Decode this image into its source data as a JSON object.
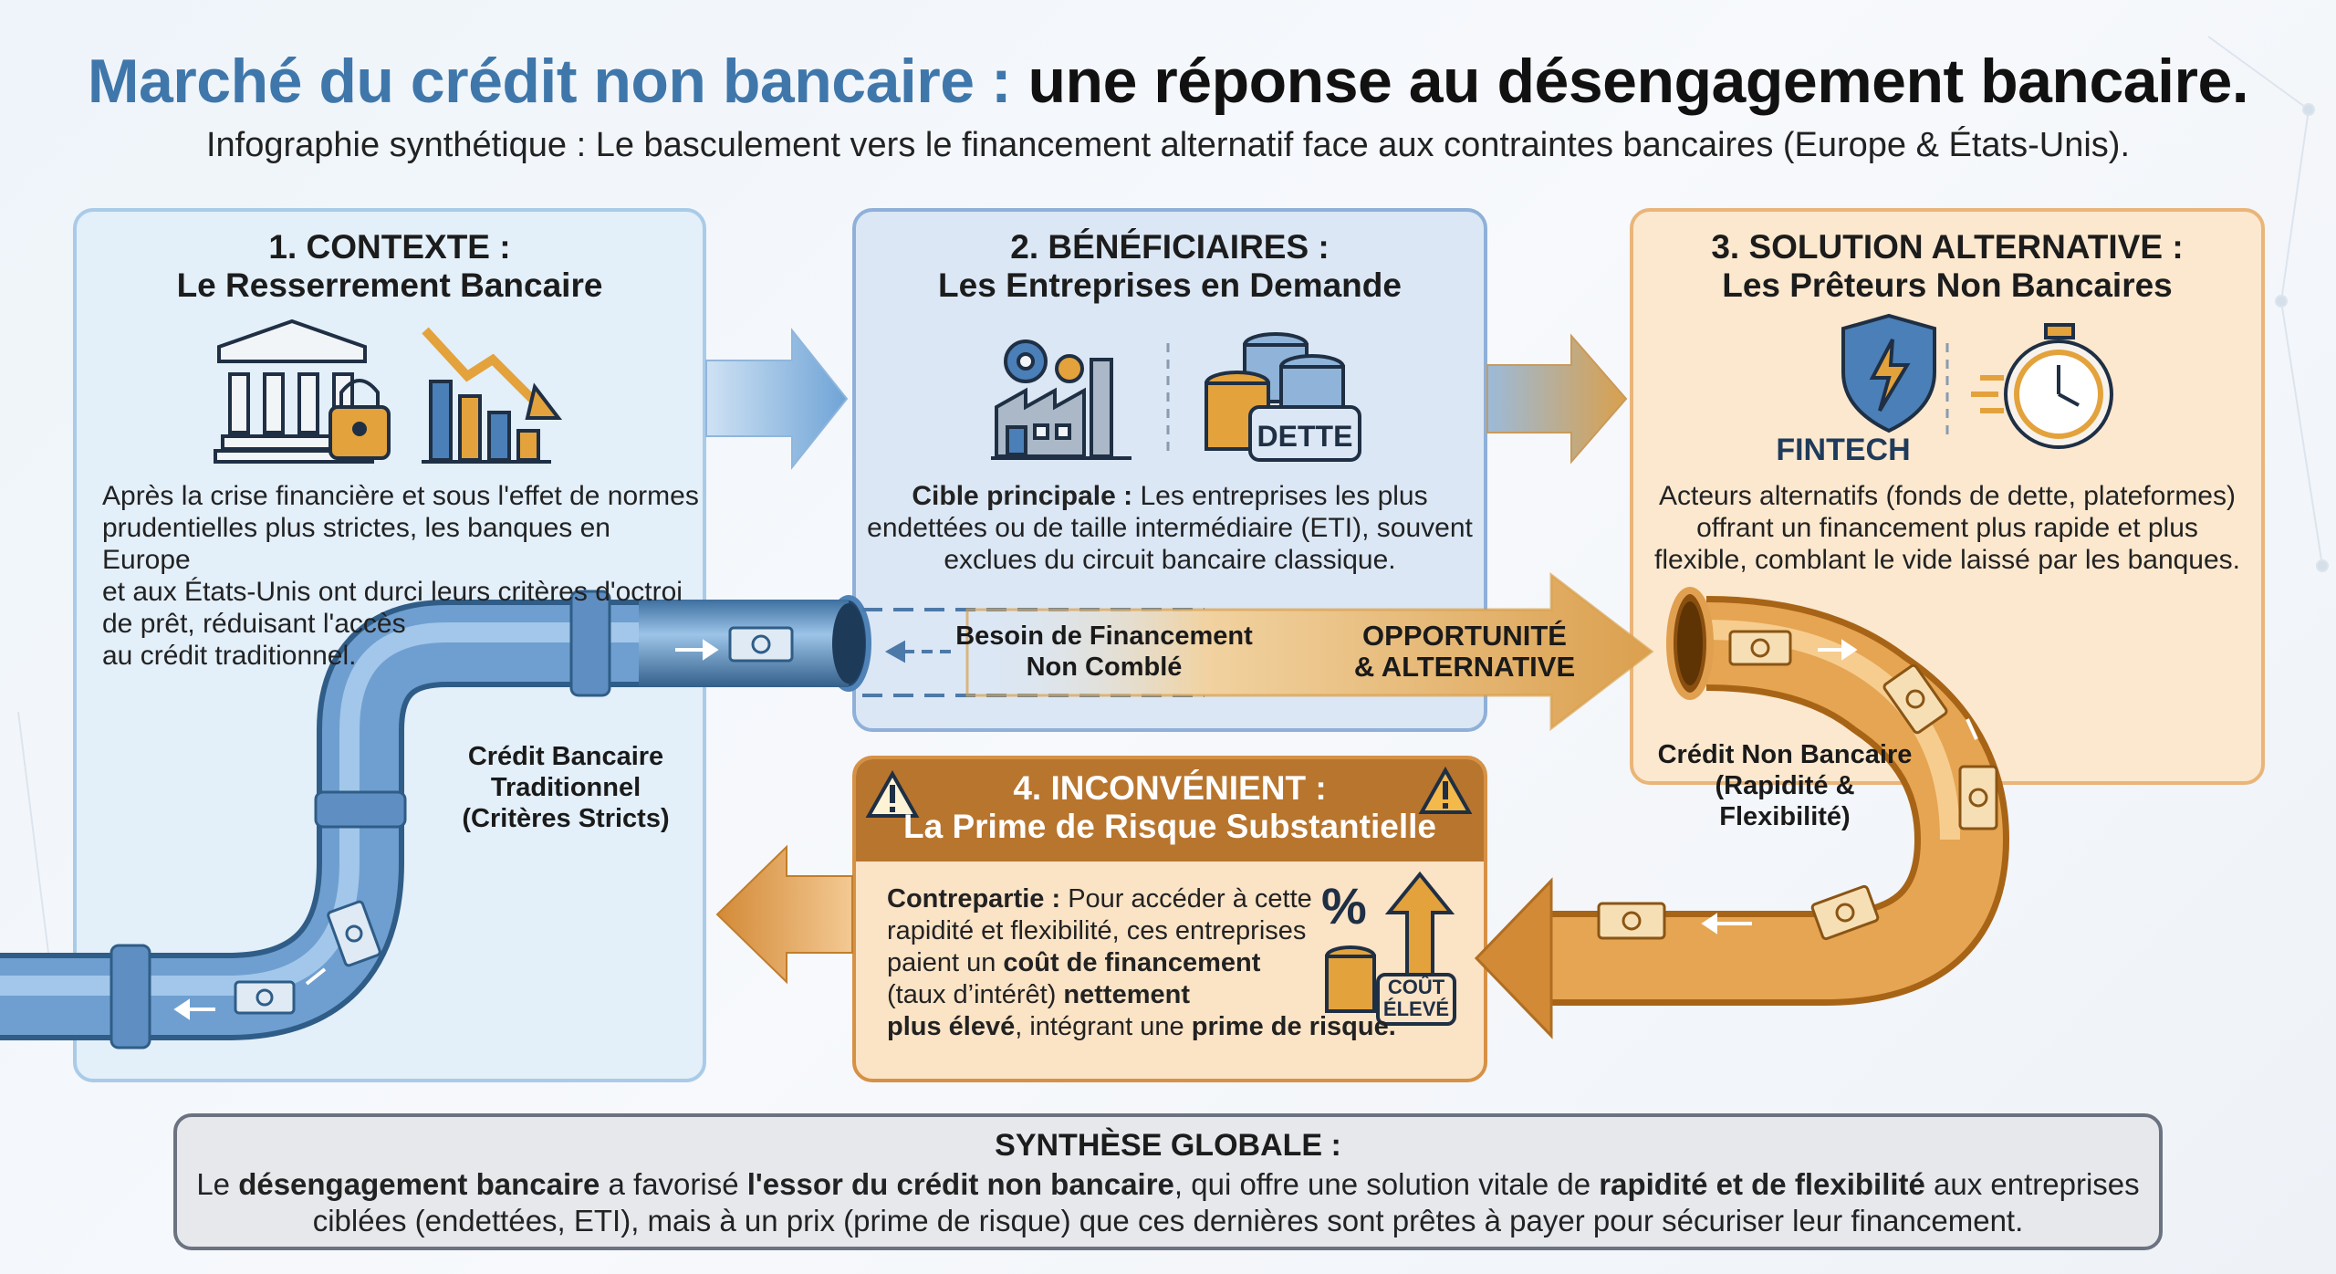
{
  "header": {
    "title_part1": "Marché du crédit non bancaire :",
    "title_part2": "une réponse au désengagement bancaire.",
    "subtitle": "Infographie synthétique : Le basculement vers le financement alternatif face aux contraintes bancaires (Europe & États-Unis)."
  },
  "panel1": {
    "title_line1": "1. CONTEXTE :",
    "title_line2": "Le Resserrement Bancaire",
    "text_lines": [
      "Après la crise financière et sous l'effet de normes",
      "prudentielles plus strictes, les banques en Europe",
      "et aux États-Unis ont durci leurs critères d'octroi",
      "de prêt, réduisant l'accès",
      "au crédit traditionnel."
    ],
    "pipe_label_lines": [
      "Crédit Bancaire",
      "Traditionnel",
      "(Critères Stricts)"
    ]
  },
  "panel2": {
    "title_line1": "2. BÉNÉFICIAIRES :",
    "title_line2": "Les Entreprises en Demande",
    "coin_label": "DETTE",
    "text_bold": "Cible principale :",
    "text_line1_rest": " Les entreprises les plus",
    "text_lines": [
      "endettées ou de taille intermédiaire (ETI), souvent",
      "exclues du circuit bancaire classique."
    ],
    "gap_label_lines": [
      "Besoin de Financement",
      "Non Comblé"
    ],
    "opportunity_lines": [
      "OPPORTUNITÉ",
      "& ALTERNATIVE"
    ]
  },
  "panel3": {
    "title_line1": "3. SOLUTION ALTERNATIVE :",
    "title_line2": "Les Prêteurs Non Bancaires",
    "fintech_label": "FINTECH",
    "text_lines": [
      "Acteurs alternatifs (fonds de dette, plateformes)",
      "offrant un financement plus rapide et plus",
      "flexible, comblant le vide laissé par les banques."
    ],
    "pipe_label_lines": [
      "Crédit Non Bancaire",
      "(Rapidité &",
      "Flexibilité)"
    ]
  },
  "panel4": {
    "title_line1": "4. INCONVÉNIENT :",
    "title_line2": "La Prime de Risque Substantielle",
    "l1_bold": "Contrepartie :",
    "l1_rest": " Pour accéder à cette",
    "l2": "rapidité et flexibilité, ces entreprises",
    "l3_pre": "paient un ",
    "l3_bold": "coût de financement",
    "l4_pre": "(taux d’intérêt) ",
    "l4_bold": "nettement",
    "l5_bold": "plus élevé",
    "l5_mid": ", intégrant une ",
    "l5_bold2": "prime de risque.",
    "cost_label_lines": [
      "COÛT",
      "ÉLEVÉ"
    ]
  },
  "synthesis": {
    "title": "SYNTHÈSE GLOBALE :",
    "l1_a": "Le ",
    "l1_b": "désengagement bancaire",
    "l1_c": " a favorisé ",
    "l1_d": "l'essor du crédit non bancaire",
    "l1_e": ", qui offre une solution vitale de ",
    "l1_f": "rapidité et de flexibilité",
    "l1_g": " aux entreprises",
    "l2": "ciblées (endettées, ETI), mais à un prix (prime de risque) que ces dernières sont prêtes à payer pour sécuriser leur financement."
  },
  "colors": {
    "blue_title": "#3f77ab",
    "pipe_blue": "#5b8fc6",
    "pipe_gold": "#d9953c",
    "risk_header": "#b8752e"
  }
}
